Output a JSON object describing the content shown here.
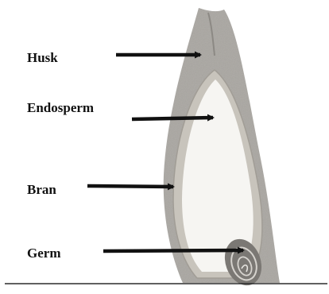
{
  "diagram": {
    "labels": {
      "husk": "Husk",
      "endosperm": "Endosperm",
      "bran": "Bran",
      "germ": "Germ"
    },
    "colors": {
      "husk": "#a9a6a1",
      "bran": "#c8c4bc",
      "endosperm": "#f6f5f2",
      "germ": "#7b7874",
      "arrow": "#111111"
    }
  }
}
